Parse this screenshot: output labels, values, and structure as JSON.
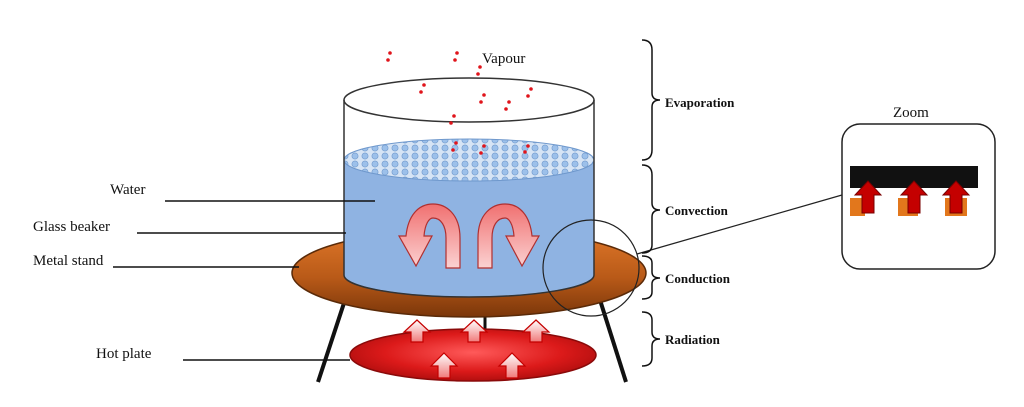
{
  "diagram": {
    "left_labels": {
      "water": "Water",
      "glass_beaker": "Glass beaker",
      "metal_stand": "Metal stand",
      "hot_plate": "Hot plate"
    },
    "top_label": "Vapour",
    "brackets": {
      "evaporation": "Evaporation",
      "convection": "Convection",
      "conduction": "Conduction",
      "radiation": "Radiation"
    },
    "zoom": {
      "title": "Zoom"
    }
  },
  "colors": {
    "water": "#8fb3e2",
    "water_surface": "#c9dcf3",
    "stand": "#c8661e",
    "stand_dark": "#8a3f0c",
    "hot_plate": "#d81c1c",
    "arrow_red": "#c40000",
    "vapour_dots": "#e0141b",
    "zoom_bar": "#111111",
    "zoom_orange": "#e2771c"
  }
}
